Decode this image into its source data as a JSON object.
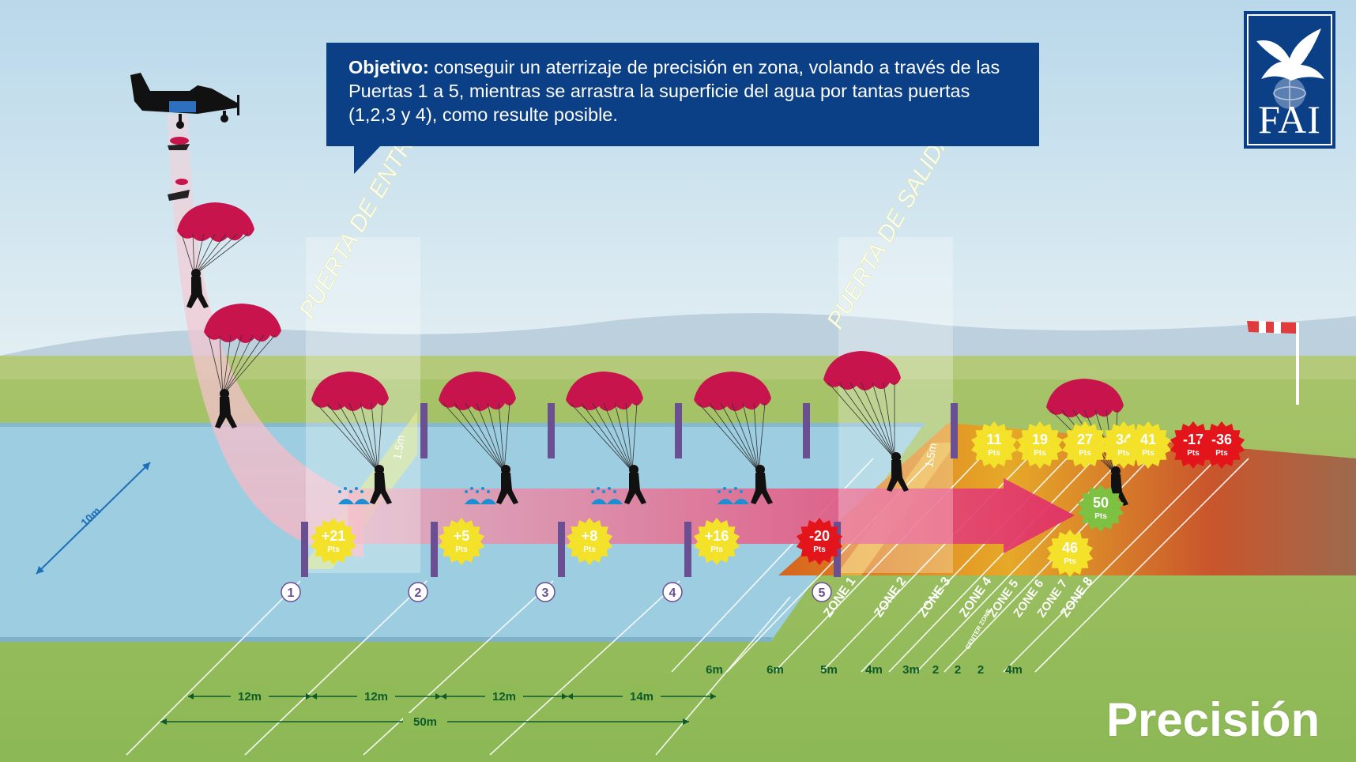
{
  "callout": {
    "title": "Objetivo:",
    "body": "conseguir un aterrizaje de precisión en zona, volando a través de las Puertas 1 a 5, mientras se arrastra la superficie del agua por tantas puertas (1,2,3 y 4), como resulte posible."
  },
  "logo": {
    "text": "FAI",
    "icon": "eagle-globe-icon"
  },
  "title": "Precisión",
  "gate_labels": {
    "entry": "PUERTA DE ENTRADA",
    "exit": "PUERTA DE SALIDA",
    "height": "1.5m"
  },
  "gates": [
    "1",
    "2",
    "3",
    "4",
    "5"
  ],
  "gate_points": [
    "+21",
    "+5",
    "+8",
    "+16",
    "-20"
  ],
  "pts_label": "Pts",
  "zones": [
    "ZONE 1",
    "ZONE 2",
    "ZONE 3",
    "ZONE 4",
    "ZONE 5",
    "ZONE 6",
    "ZONE 7",
    "ZONE 8"
  ],
  "center_zone": "CENTER ZONE",
  "zone_points": [
    "11",
    "19",
    "27",
    "34",
    "41",
    "-17",
    "-36"
  ],
  "zone_points_green": "50",
  "zone_points_extra": "46",
  "zone_widths": [
    "6m",
    "6m",
    "5m",
    "4m",
    "3m",
    "2",
    "2",
    "2",
    "4m"
  ],
  "gate_spacing": [
    "12m",
    "12m",
    "12m",
    "14m"
  ],
  "total_length": "50m",
  "pond_width": "10m",
  "colors": {
    "callout_bg": "#0b3f86",
    "badge_yellow": "#f4e12a",
    "badge_red": "#e4141b",
    "badge_green": "#7cc142",
    "canopy": "#c8144c",
    "gate_post": "#6b4f93"
  }
}
